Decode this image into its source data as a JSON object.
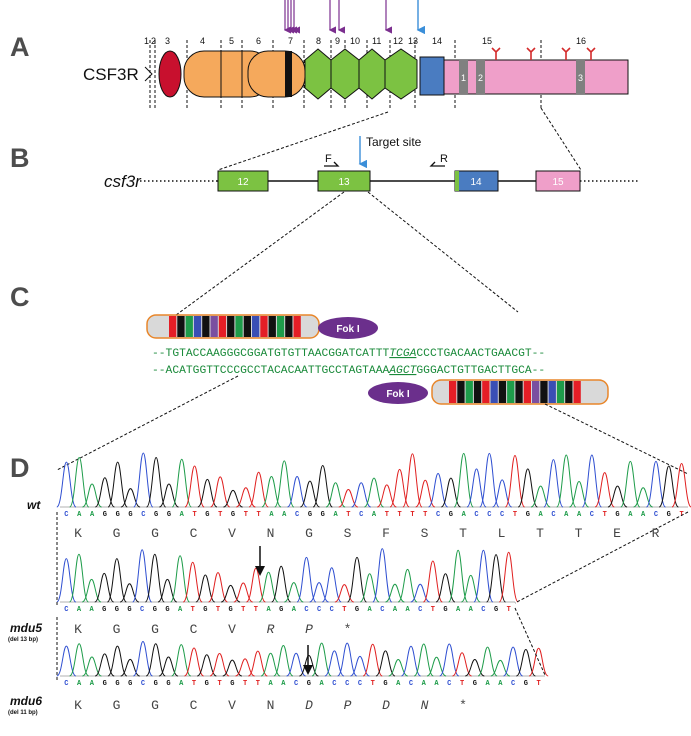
{
  "panel_labels": {
    "a": "A",
    "b": "B",
    "c": "C",
    "d": "D"
  },
  "panel_a": {
    "protein_label": "CSF3R",
    "exon_numbers": [
      "1",
      "2",
      "3",
      "4",
      "5",
      "6",
      "7",
      "8",
      "9",
      "10",
      "11",
      "12",
      "13",
      "14",
      "15",
      "16"
    ],
    "box_numbers": [
      "1",
      "2",
      "3"
    ]
  },
  "panel_b": {
    "gene_label": "csf3r",
    "target_label": "Target site",
    "primer_f": "F",
    "primer_r": "R",
    "exons": [
      "12",
      "13",
      "14",
      "15"
    ]
  },
  "panel_c": {
    "fok_label": "Fok I",
    "top_strand": {
      "prefix": "--TGTACCAAGGGCGGATGTGTTAACGGATCATTT",
      "site": "TCGA",
      "suffix": "CCCTGACAACTGAACGT--"
    },
    "bottom_strand": {
      "prefix": "--ACATGGTTCCCGCCTACACAATTGCCTAGTAAA",
      "site": "AGCT",
      "suffix": "GGGACTGTTGACTTGCA--"
    }
  },
  "panel_d": {
    "tracks": [
      {
        "name": "wt",
        "note": "",
        "bases": "CAAGGGCGGATGTGTTAACGGATCATTTTCGACCCTGACAACTGAACGT",
        "aa": [
          "K",
          "G",
          "G",
          "C",
          "V",
          "N",
          "G",
          "S",
          "F",
          "S",
          "T",
          "L",
          "T",
          "T",
          "E",
          "R"
        ]
      },
      {
        "name": "mdu5",
        "note": "(del 13 bp)",
        "bases": "CAAGGGCGGATGTGTTAGACCCTGACAACTGAACGT",
        "aa": [
          "K",
          "G",
          "G",
          "C",
          "V",
          "R",
          "P",
          "*"
        ]
      },
      {
        "name": "mdu6",
        "note": "(del 11 bp)",
        "bases": "CAAGGGCGGATGTGTTAACGACCCTGACAACTGAACGT",
        "aa": [
          "K",
          "G",
          "G",
          "C",
          "V",
          "N",
          "D",
          "P",
          "D",
          "N",
          "*"
        ]
      }
    ]
  },
  "colors": {
    "green_exon": "#7cc242",
    "orange_domain": "#f5a95c",
    "red_domain": "#c8102e",
    "blue_exon": "#4a7cc1",
    "pink_exon": "#ef9fc9",
    "purple": "#7b2f8f",
    "target_blue": "#3b8fd9",
    "strand_green": "#1a8a3a"
  }
}
